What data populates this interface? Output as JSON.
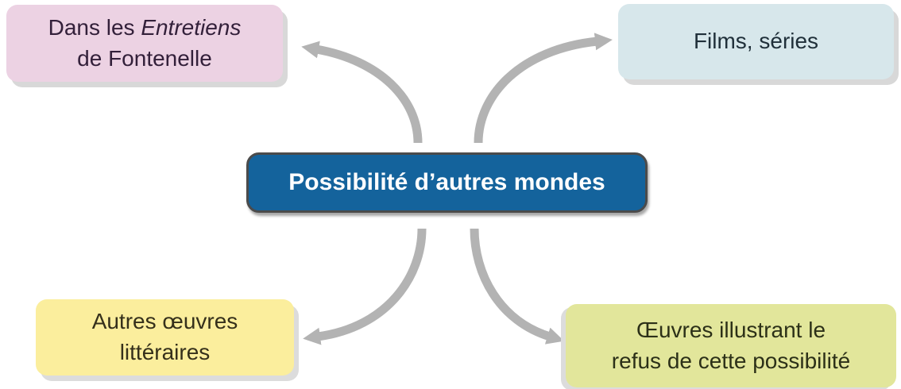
{
  "diagram": {
    "title_node": {
      "label": "Possibilité d’autres mondes",
      "bg": "#14639c",
      "text_color": "#ffffff",
      "border_color": "#4b4b4b"
    },
    "nodes": {
      "fontenelle": {
        "line1_prefix": "Dans les ",
        "line1_italic": "Entretiens",
        "line2": "de Fontenelle",
        "bg": "#ecd2e3",
        "text_color": "#33203a"
      },
      "films": {
        "label": "Films, séries",
        "bg": "#d7e7eb",
        "text_color": "#20303a"
      },
      "autres_oeuvres": {
        "line1": "Autres œuvres",
        "line2": "littéraires",
        "bg": "#fbee9d",
        "text_color": "#35301b"
      },
      "refus": {
        "line1": "Œuvres illustrant le",
        "line2": "refus de cette possibilité",
        "bg": "#e2e69b",
        "text_color": "#2c3018"
      }
    },
    "connector_color": "#b3b3b3"
  }
}
